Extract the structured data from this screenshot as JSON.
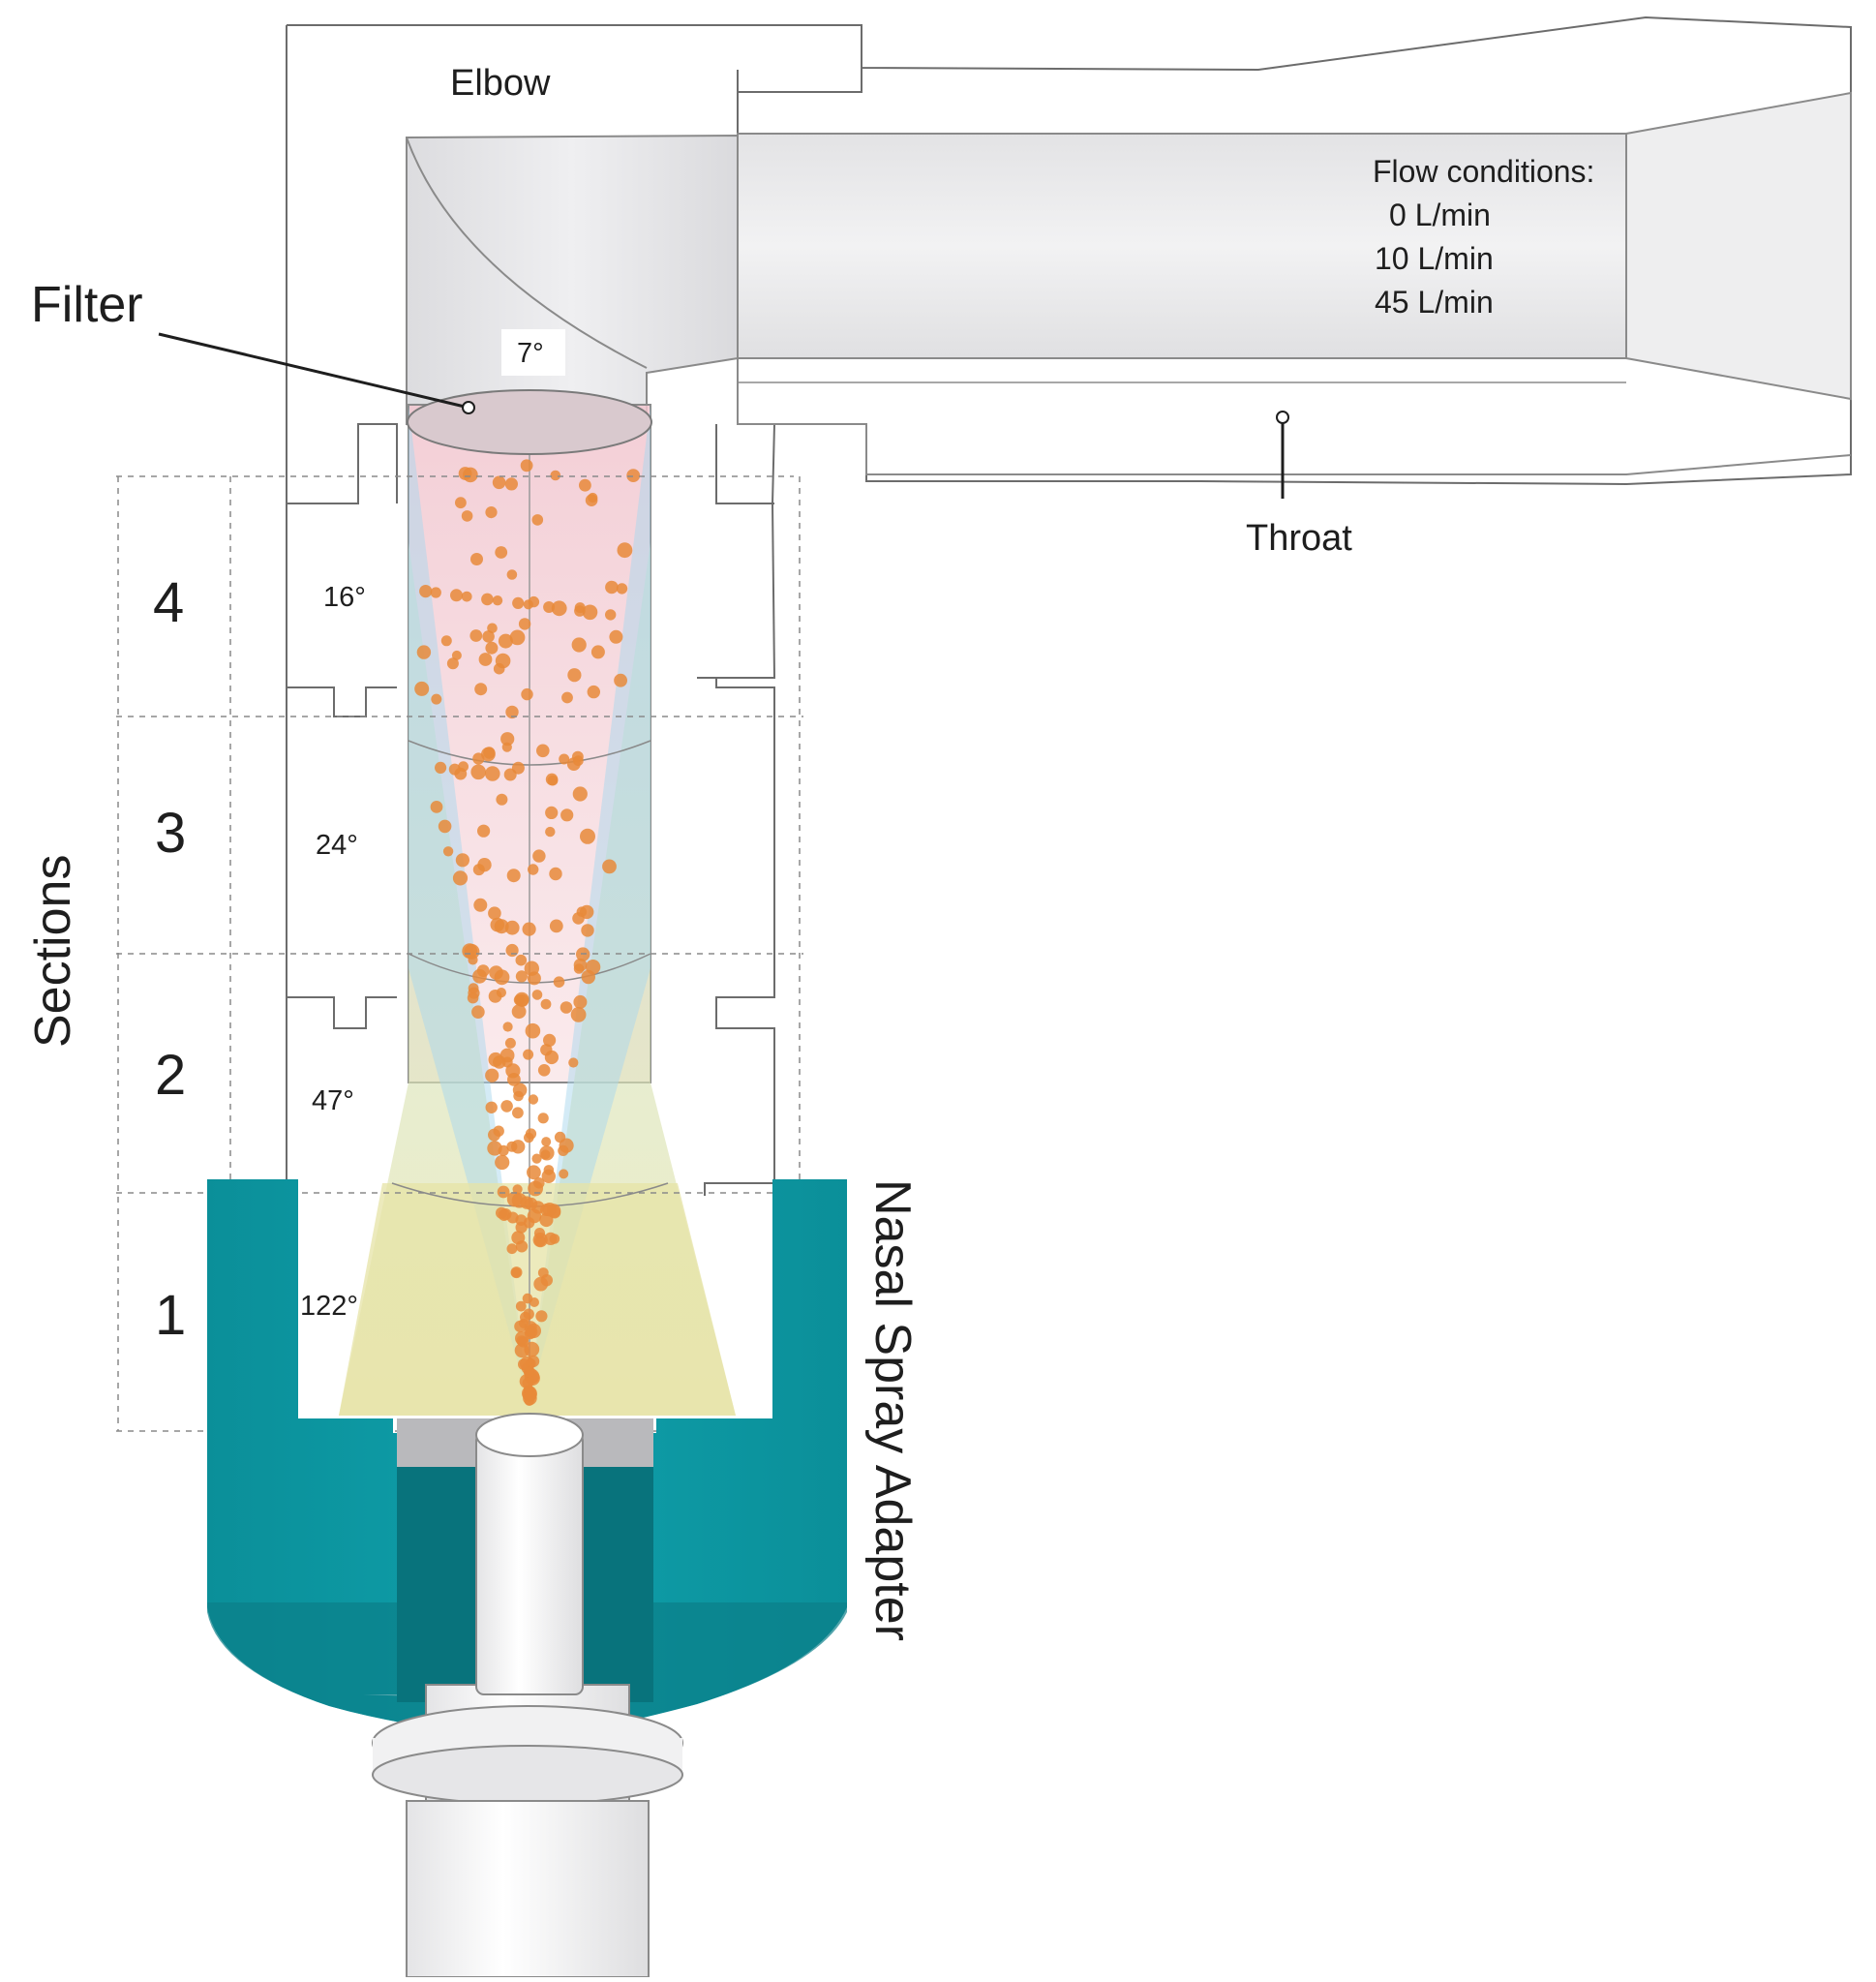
{
  "labels": {
    "elbow": "Elbow",
    "filter": "Filter",
    "throat": "Throat",
    "sections_title": "Sections",
    "adapter": "Nasal Spray Adapter"
  },
  "flow_conditions": {
    "title": "Flow conditions:",
    "values": [
      "0 L/min",
      "10 L/min",
      "45 L/min"
    ]
  },
  "sections": [
    {
      "number": "4",
      "angle": "16°"
    },
    {
      "number": "3",
      "angle": "24°"
    },
    {
      "number": "2",
      "angle": "47°"
    },
    {
      "number": "1",
      "angle": "122°"
    }
  ],
  "filter_angle": "7°",
  "colors": {
    "teal_adapter": "#0e9aa5",
    "teal_dark": "#0a7c86",
    "droplet": "#e88a3a",
    "cone_blue": "#a9d7ee",
    "cone_pink": "#f4c9cf",
    "cone_yellow": "#e6e3a6",
    "cone_green": "#bfe0c0",
    "outline": "#6c6c6c"
  }
}
